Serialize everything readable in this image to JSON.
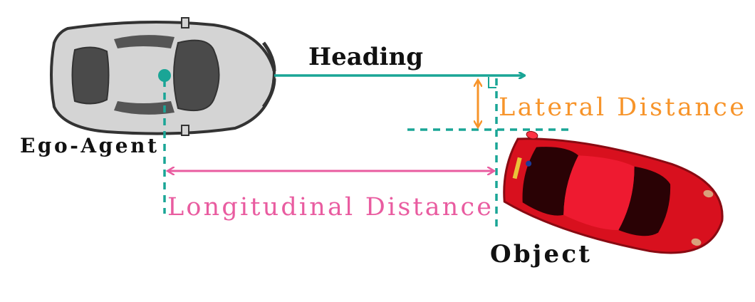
{
  "labels": {
    "heading": "Heading",
    "lateral": "Lateral Distance",
    "ego": "Ego-Agent",
    "longitudinal": "Longitudinal Distance",
    "object": "Object"
  },
  "colors": {
    "teal": "#1aa596",
    "orange": "#f7942a",
    "pink": "#e95ca0",
    "ego_car": "#d4d4d4",
    "object_car": "#d8101e"
  }
}
